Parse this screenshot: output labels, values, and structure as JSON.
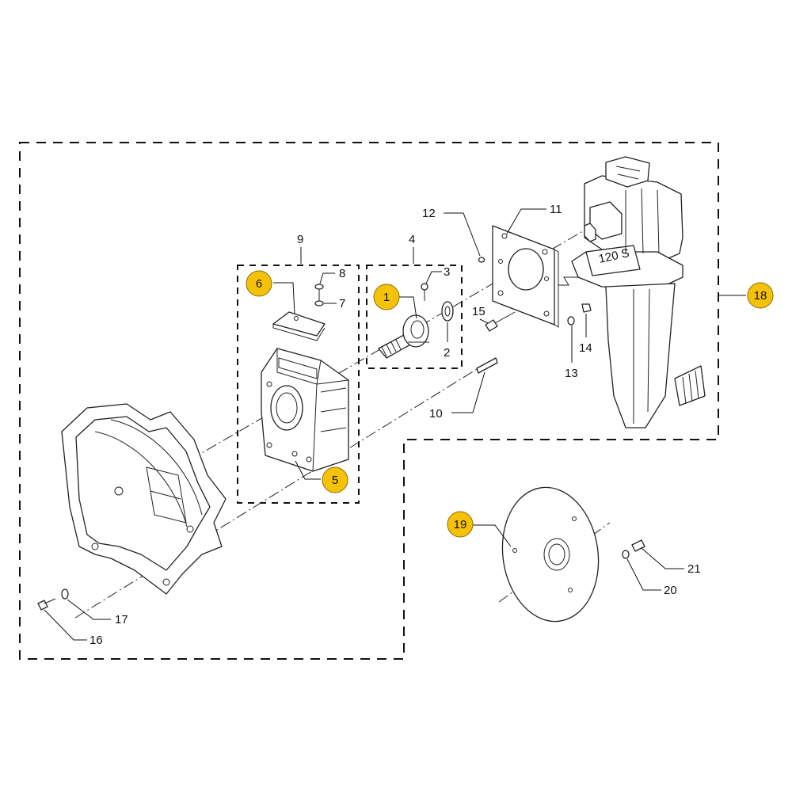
{
  "callouts": {
    "c1": "1",
    "c2": "2",
    "c3": "3",
    "c4": "4",
    "c5": "5",
    "c6": "6",
    "c7": "7",
    "c8": "8",
    "c9": "9",
    "c10": "10",
    "c11": "11",
    "c12": "12",
    "c13": "13",
    "c14": "14",
    "c15": "15",
    "c16": "16",
    "c17": "17",
    "c18": "18",
    "c19": "19",
    "c20": "20",
    "c21": "21"
  },
  "stamp": "120 S",
  "colors": {
    "highlight": "#f5c20a",
    "line": "#111111",
    "background": "#ffffff"
  }
}
